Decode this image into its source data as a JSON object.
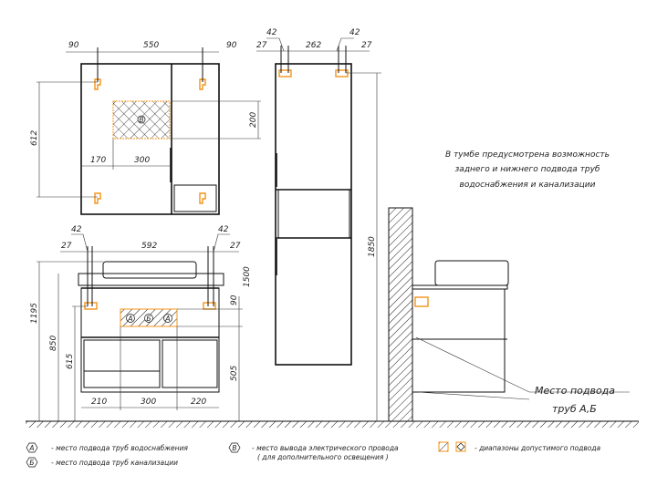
{
  "mirror_cabinet": {
    "dim_left": "90",
    "dim_width": "550",
    "dim_right": "90",
    "dim_height": "612",
    "dim_200": "200",
    "dim_170": "170",
    "dim_300": "300",
    "socket_label": "В"
  },
  "vanity": {
    "dim_42_left": "42",
    "dim_42_right": "42",
    "dim_27_left": "27",
    "dim_592": "592",
    "dim_27_right": "27",
    "dim_1195": "1195",
    "dim_850": "850",
    "dim_615": "615",
    "dim_1500": "1500",
    "dim_90": "90",
    "dim_505": "505",
    "dim_210": "210",
    "dim_300": "300",
    "dim_220": "220",
    "pipe_labels": [
      "А",
      "Б",
      "А"
    ]
  },
  "tall_cabinet": {
    "dim_42_left": "42",
    "dim_42_right": "42",
    "dim_27_left": "27",
    "dim_262": "262",
    "dim_27_right": "27",
    "dim_1850": "1850"
  },
  "note": [
    "В тумбе предусмотрена возможность",
    "заднего и нижнего подвода труб",
    "водоснабжения и канализации"
  ],
  "callout": {
    "line1": "Место подвода",
    "line2": "труб А,Б"
  },
  "legend": {
    "a_symbol": "А",
    "a_text": "- место подвода труб водоснабжения",
    "b_symbol": "Б",
    "b_text": "- место подвода труб канализации",
    "c_symbol": "В",
    "c_text": "- место вывода электрического провода",
    "c_text2": "( для дополнительного освещения )",
    "range_text": "- диапазоны допустимого подвода"
  },
  "colors": {
    "accent": "#f39419",
    "line": "#111111"
  }
}
